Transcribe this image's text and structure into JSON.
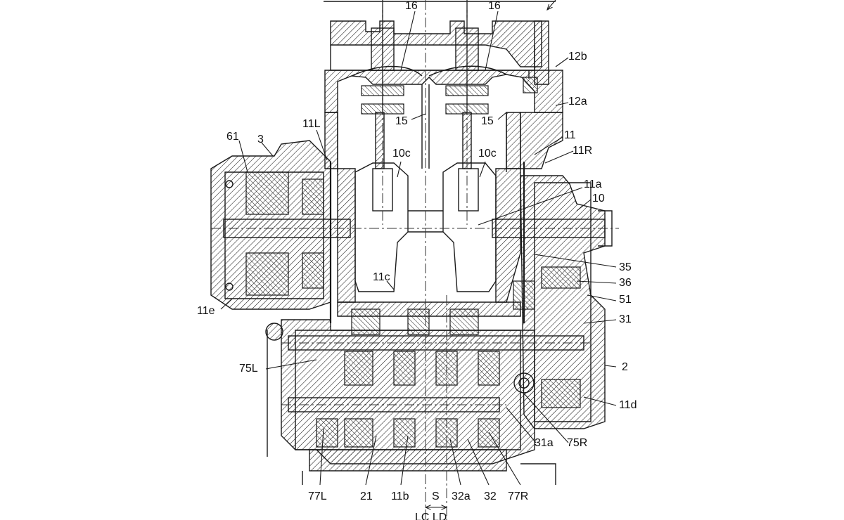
{
  "labels": {
    "16_left": "16",
    "16_right": "16",
    "12b": "12b",
    "12a": "12a",
    "15_left": "15",
    "15_right": "15",
    "11L": "11L",
    "11": "11",
    "11R": "11R",
    "61": "61",
    "3": "3",
    "10c_left": "10c",
    "10c_right": "10c",
    "11a": "11a",
    "10": "10",
    "35": "35",
    "36": "36",
    "11c": "11c",
    "51": "51",
    "11e": "11e",
    "31": "31",
    "75L": "75L",
    "2": "2",
    "11d": "11d",
    "31a": "31a",
    "75R": "75R",
    "77L": "77L",
    "21": "21",
    "11b": "11b",
    "S": "S",
    "32a": "32a",
    "32": "32",
    "77R": "77R",
    "LC_LD": "LC LD"
  },
  "colors": {
    "line": "#1a1a1a",
    "background": "#ffffff"
  }
}
